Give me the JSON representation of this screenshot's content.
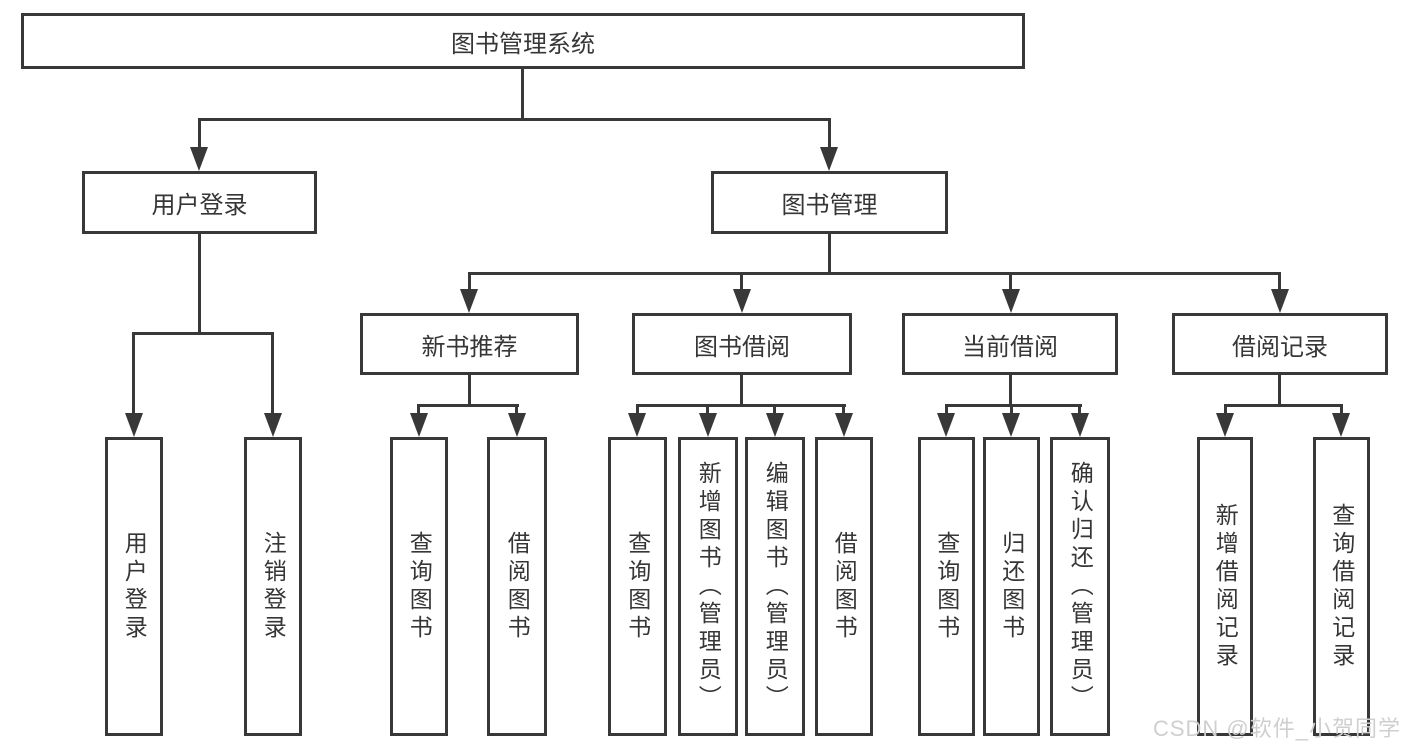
{
  "diagram": {
    "watermark": "CSDN @软件_小贺同学",
    "colors": {
      "line": "#383838",
      "text": "#363636",
      "background": "#ffffff",
      "watermark": "#cfcfcf"
    },
    "tree": {
      "label": "图书管理系统",
      "children": [
        {
          "label": "用户登录",
          "children": [
            {
              "label": "用户登录"
            },
            {
              "label": "注销登录"
            }
          ]
        },
        {
          "label": "图书管理",
          "children": [
            {
              "label": "新书推荐",
              "children": [
                {
                  "label": "查询图书"
                },
                {
                  "label": "借阅图书"
                }
              ]
            },
            {
              "label": "图书借阅",
              "children": [
                {
                  "label": "查询图书"
                },
                {
                  "label": "新增图书（管理员）"
                },
                {
                  "label": "编辑图书（管理员）"
                },
                {
                  "label": "借阅图书"
                }
              ]
            },
            {
              "label": "当前借阅",
              "children": [
                {
                  "label": "查询图书"
                },
                {
                  "label": "归还图书"
                },
                {
                  "label": "确认归还（管理员）"
                }
              ]
            },
            {
              "label": "借阅记录",
              "children": [
                {
                  "label": "新增借阅记录"
                },
                {
                  "label": "查询借阅记录"
                }
              ]
            }
          ]
        }
      ]
    }
  }
}
